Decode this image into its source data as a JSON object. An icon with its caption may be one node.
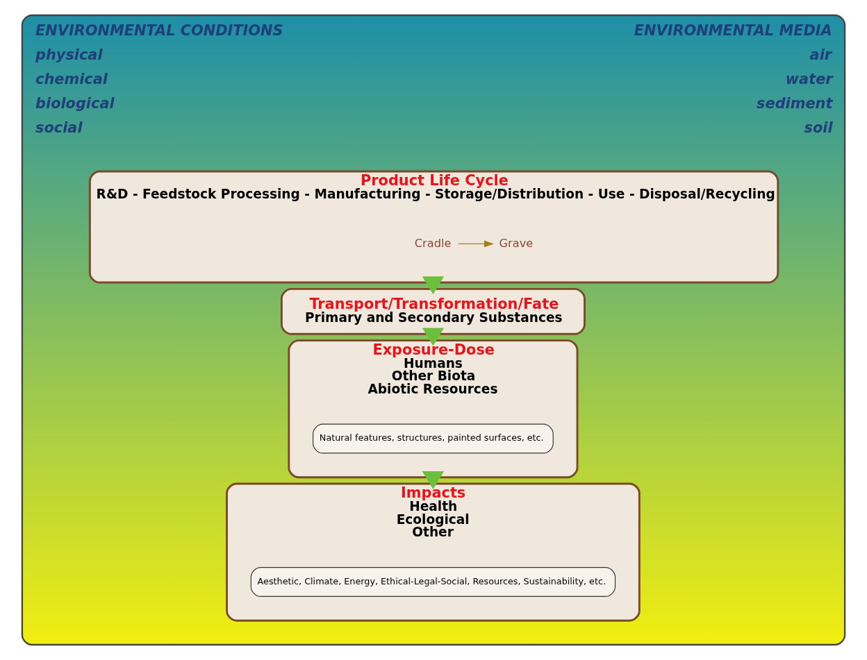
{
  "diagram": {
    "nodes": [
      {
        "text": [
          "ENVIRONMENTAL CONDITIONS",
          "physical",
          "chemical",
          "biological",
          "social",
          "ENVIRONMENTAL MEDIA",
          "air",
          "water",
          "sediment",
          "soil"
        ]
      },
      {
        "text": [
          "Product Life Cycle",
          "R&D - Feedstock Processing - Manufacturing - Storage/Distribution - Use - Disposal/Recycling"
        ],
        "in": 0
      },
      {
        "text": [
          "Cradle"
        ],
        "in": 1
      },
      {
        "text": [
          "Grave"
        ],
        "in": 1
      },
      {
        "text": [
          "Transport/Transformation/Fate",
          "Primary and Secondary Substances"
        ],
        "in": 0
      },
      {
        "text": [
          "Exposure-Dose",
          "Humans",
          "Other Biota",
          "Abiotic Resources"
        ],
        "in": 0
      },
      {
        "text": [
          "Natural features, structures, painted surfaces, etc."
        ],
        "in": 5
      },
      {
        "text": [
          "Impacts",
          "Health",
          "Ecological",
          "Other"
        ],
        "in": 0
      },
      {
        "text": [
          "Aesthetic, Climate, Energy, Ethical-Legal-Social, Resources, Sustainability, etc."
        ],
        "in": 7
      }
    ],
    "edges": [
      {
        "from": 2,
        "to": 3,
        "arrow": "to",
        "color": "#a67c1a"
      },
      {
        "from": 1,
        "to": 4,
        "arrow": "to",
        "style": "thick"
      },
      {
        "from": 4,
        "to": 5,
        "arrow": "to",
        "style": "thick"
      },
      {
        "from": 5,
        "to": 7,
        "arrow": "to",
        "style": "thick"
      }
    ]
  }
}
